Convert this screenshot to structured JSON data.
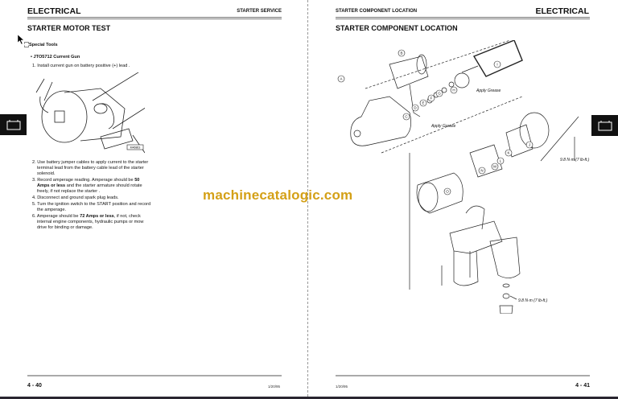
{
  "watermark": "machinecatalogic.com",
  "left_page": {
    "section": "ELECTRICAL",
    "subsection": "STARTER SERVICE",
    "title": "STARTER MOTOR TEST",
    "special_tools_label": "Special Tools",
    "tool": "JTO5712 Current Gun",
    "steps": [
      "1. Install current gun on battery positive (+) lead .",
      "2. Use battery jumper cables to apply current to the starter terminal lead from the battery cable lead of the starter solenoid.",
      "3. Record amperage reading. Amperage should be ",
      "4. Disconnect and ground spark plug leads.",
      "5. Turn the ignition switch to the START position and record the amperage.",
      "6. Amperage should be "
    ],
    "step3_bold": "50 Amps or less",
    "step3_rest": " and the starter armature should rotate freely, if not replace the starter .",
    "step6_bold": "72 Amps or less",
    "step6_rest": ", if not, check internal engine components, hydraulic pumps or mow drive for binding or damage.",
    "figure_id": "M46863",
    "page_number": "4 - 40",
    "date": "1/20/95",
    "tab_icon": "battery-icon"
  },
  "right_page": {
    "section": "ELECTRICAL",
    "subsection": "STARTER COMPONENT LOCATION",
    "title": "STARTER COMPONENT LOCATION",
    "callouts": [
      "A",
      "B",
      "C",
      "D",
      "E",
      "F",
      "G",
      "H",
      "I",
      "J",
      "K",
      "L",
      "M",
      "N",
      "O"
    ],
    "apply_grease_1": "Apply Grease",
    "apply_grease_2": "Apply Grease",
    "torque_1": "9.8 N·m (7 lb-ft.)",
    "torque_2": "9.8 N·m (7 lb-ft.)",
    "page_number": "4 - 41",
    "date": "1/20/95",
    "tab_icon": "battery-icon"
  }
}
